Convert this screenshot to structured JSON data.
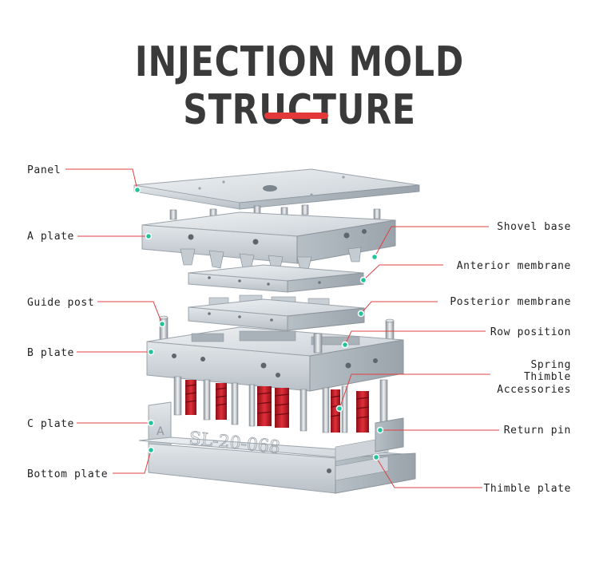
{
  "title": "INJECTION MOLD STRUCTURE",
  "colors": {
    "accent": "#e2383a",
    "leader": "#e04040",
    "marker": "#22c39a",
    "steel": "#d7dde2",
    "spring": "#c8202a"
  },
  "engraving": "SL-20-068",
  "labels": {
    "panel": "Panel",
    "a_plate": "A plate",
    "guide_post": "Guide post",
    "b_plate": "B plate",
    "c_plate": "C plate",
    "bottom_plate": "Bottom plate",
    "shovel_base": "Shovel base",
    "anterior_membrane": "Anterior membrane",
    "posterior_membrane": "Posterior membrane",
    "row_position": "Row position",
    "spring": "Spring",
    "thimble": "Thimble",
    "accessories": "Accessories",
    "return_pin": "Return pin",
    "thimble_plate": "Thimble plate"
  }
}
